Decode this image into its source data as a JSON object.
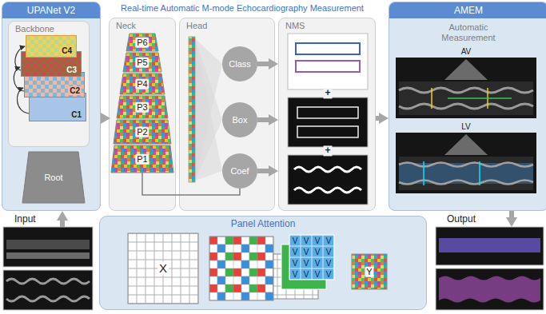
{
  "diagram": {
    "title": "Real-time Automatic M-mode Echocardiography Measurement",
    "nodes": [
      {
        "text": [
          "UPANet V2"
        ]
      },
      {
        "text": [
          "Backbone"
        ],
        "in": 0
      },
      {
        "text": [
          "C4"
        ],
        "in": 1
      },
      {
        "text": [
          "C3"
        ],
        "in": 1
      },
      {
        "text": [
          "C2"
        ],
        "in": 1
      },
      {
        "text": [
          "C1"
        ],
        "in": 1
      },
      {
        "text": [
          "Root"
        ],
        "in": 0
      },
      {
        "text": [
          "Neck"
        ]
      },
      {
        "text": [
          "P6"
        ],
        "in": 7
      },
      {
        "text": [
          "P5"
        ],
        "in": 7
      },
      {
        "text": [
          "P4"
        ],
        "in": 7
      },
      {
        "text": [
          "P3"
        ],
        "in": 7
      },
      {
        "text": [
          "P2"
        ],
        "in": 7
      },
      {
        "text": [
          "P1"
        ],
        "in": 7
      },
      {
        "text": [
          "Head"
        ]
      },
      {
        "text": [
          "Class"
        ],
        "in": 14
      },
      {
        "text": [
          "Box"
        ],
        "in": 14
      },
      {
        "text": [
          "Coef"
        ],
        "in": 14
      },
      {
        "text": [
          "NMS"
        ]
      },
      {
        "text": [
          "AMEM",
          "Automatic Measurement"
        ]
      },
      {
        "text": [
          "Input"
        ]
      },
      {
        "text": [
          "Output"
        ]
      },
      {
        "text": [
          "Panel Attention"
        ]
      },
      {
        "text": [
          "X"
        ],
        "in": 22
      },
      {
        "text": [
          "Y"
        ],
        "in": 22
      }
    ],
    "edges": [
      {
        "from": 20,
        "to": 0,
        "arrow": "to"
      },
      {
        "from": 0,
        "to": 7,
        "arrow": "to"
      },
      {
        "from": 13,
        "to": 17,
        "arrow": "none"
      },
      {
        "from": 15,
        "to": 18,
        "arrow": "to"
      },
      {
        "from": 16,
        "to": 18,
        "arrow": "to"
      },
      {
        "from": 17,
        "to": 18,
        "arrow": "to"
      },
      {
        "from": 18,
        "to": 19,
        "arrow": "to"
      },
      {
        "from": 19,
        "to": 21,
        "arrow": "to"
      }
    ],
    "labels": [
      "+",
      "+",
      "AV",
      "LV",
      "V",
      "V",
      "V",
      "V",
      "V",
      "V",
      "V",
      "V",
      "V",
      "V",
      "V",
      "V",
      "V",
      "V",
      "V",
      "V"
    ]
  }
}
